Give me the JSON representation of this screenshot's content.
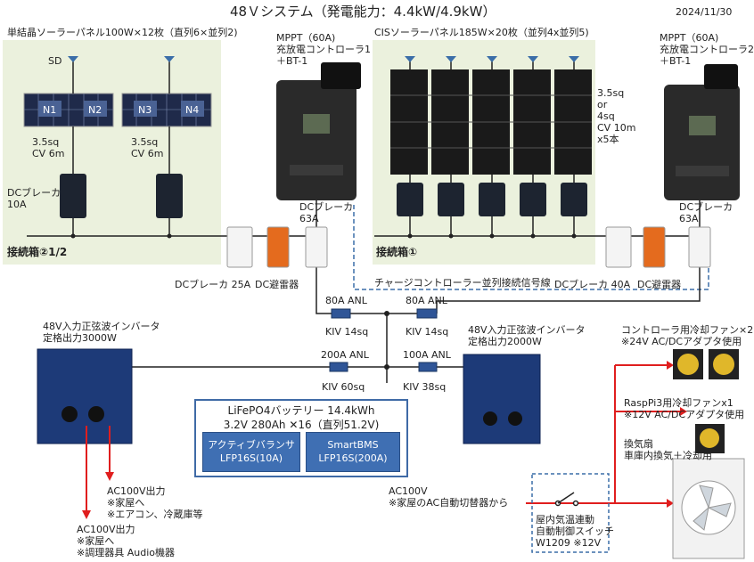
{
  "title": "48Ｖシステム（発電能力：4.4kW/4.9kW）",
  "date": "2024/11/30",
  "left_array": {
    "title": "単結晶ソーラーパネル100W×12枚（直列6×並列2)",
    "sd_label": "SD",
    "panel_labels": [
      "N1",
      "N2",
      "N3",
      "N4"
    ],
    "cable_1": "3.5sq\nCV 6m",
    "cable_2": "3.5sq\nCV 6m",
    "breaker": "DCブレーカ\n10A",
    "box_label": "接続箱②1/2",
    "dc_breaker_label": "DCブレーカ 25A",
    "arrester_label": "DC避雷器"
  },
  "controller_1": {
    "label": "MPPT（60A)\n充放電コントローラ1\n＋BT-1",
    "breaker": "DCブレーカ\n63A"
  },
  "right_array": {
    "title": "CISソーラーパネル185W×20枚（並列4x並列5)",
    "cable": "3.5sq\nor\n4sq\nCV 10m\nx5本",
    "box_label": "接続箱①",
    "signal_label": "チャージコントローラー並列接続信号線",
    "dc_breaker_label": "DCブレーカ 40A",
    "arrester_label": "DC避雷器"
  },
  "controller_2": {
    "label": "MPPT（60A)\n充放電コントローラ2\n＋BT-1",
    "breaker": "DCブレーカ\n63A"
  },
  "fuses": {
    "anl_left": "80A ANL",
    "anl_right": "80A ANL",
    "kiv_left": "KIV 14sq",
    "kiv_right": "KIV 14sq",
    "anl_200": "200A ANL",
    "anl_100": "100A ANL",
    "kiv_60": "KIV 60sq",
    "kiv_38": "KIV 38sq"
  },
  "inverter_1": {
    "label": "48V入力正弦波インバータ\n定格出力3000W",
    "output_a": "AC100V出力\n※家屋へ\n※エアコン、冷蔵庫等",
    "output_b": "AC100V出力\n※家屋へ\n※調理器具 Audio機器"
  },
  "inverter_2": {
    "label": "48V入力正弦波インバータ\n定格出力2000W"
  },
  "battery": {
    "title": "LiFePO4バッテリー 14.4kWh",
    "spec": "3.2V 280Ah ✕16（直列51.2V)",
    "balancer": "アクティブバランサ\nLFP16S(10A)",
    "bms": "SmartBMS\nLFP16S(200A)"
  },
  "fans": {
    "controller_fans": "コントローラ用冷却ファン×2\n※24V AC/DCアダプタ使用",
    "pi_fan": "RaspPi3用冷却ファンx1\n※12V AC/DCアダプタ使用",
    "ventilation": "換気扇\n車庫内換気＋冷却用"
  },
  "ac_input": {
    "label": "AC100V\n※家屋のAC自動切替器から",
    "switch_label": "屋内気温連動\n自動制御スイッチ\nW1209 ※12V"
  },
  "colors": {
    "panel_area": "#ebf1dd",
    "dashed_line": "#3b6ea8",
    "ac_line": "#e01e1e",
    "bms_fill": "#3f6fb3",
    "battery_border": "#3f6aa6"
  }
}
